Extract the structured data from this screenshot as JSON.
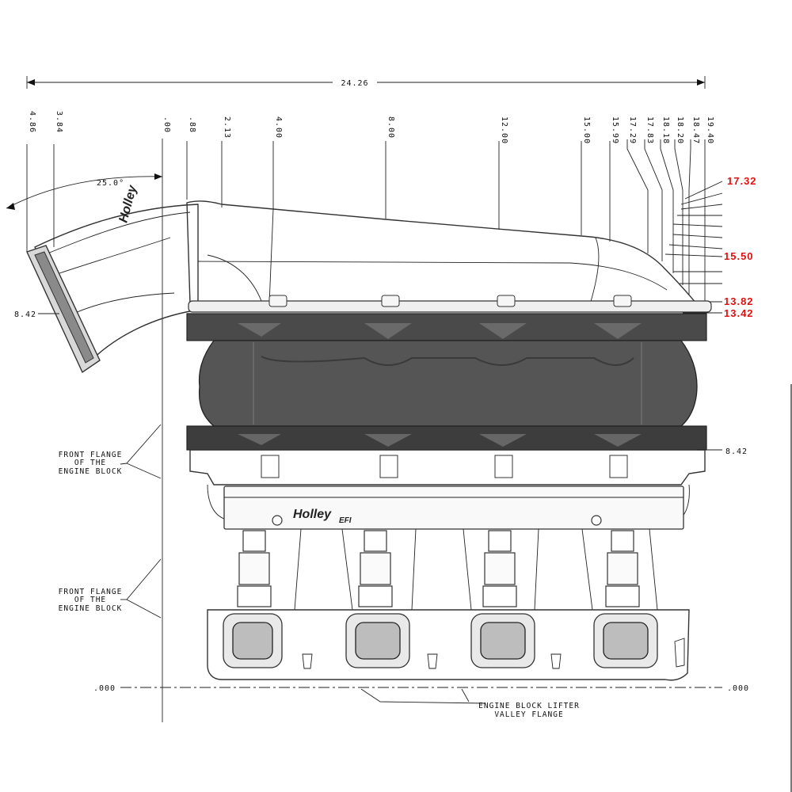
{
  "overall_width_label": "24.26",
  "angle_label": "25.0°",
  "top_dimensions": {
    "left": [
      {
        "label": "4.86"
      },
      {
        "label": "3.84"
      }
    ],
    "main": [
      {
        "label": ".00"
      },
      {
        "label": ".88"
      },
      {
        "label": "2.13"
      },
      {
        "label": "4.00"
      },
      {
        "label": "8.00"
      },
      {
        "label": "12.00"
      },
      {
        "label": "15.00"
      },
      {
        "label": "15.99"
      },
      {
        "label": "17.29"
      },
      {
        "label": "17.83"
      },
      {
        "label": "18.18"
      },
      {
        "label": "18.20"
      },
      {
        "label": "18.47"
      },
      {
        "label": "19.40"
      }
    ]
  },
  "height_callouts": [
    "17.32",
    "15.50",
    "13.82",
    "13.42"
  ],
  "left_dimension": "8.42",
  "right_dimension": "8.42",
  "baseline_left": ".000",
  "baseline_right": ".000",
  "front_flange_notes": [
    [
      "FRONT FLANGE",
      "OF THE",
      "ENGINE BLOCK"
    ],
    [
      "FRONT FLANGE",
      "OF THE",
      "ENGINE BLOCK"
    ]
  ],
  "valley_note": [
    "ENGINE BLOCK LIFTER",
    "VALLEY FLANGE"
  ],
  "brand_throttle": "Holley",
  "brand_rail": "Holley",
  "brand_rail_suffix": "EFI",
  "colors": {
    "callout": "#e01010",
    "line": "#222222",
    "panel_dark": "#3a3a3a",
    "panel_mid": "#5a5a5a"
  }
}
